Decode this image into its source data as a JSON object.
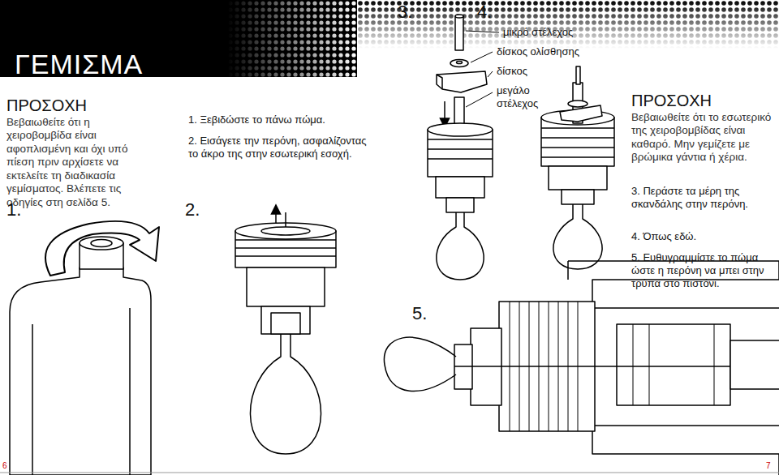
{
  "diagram": {
    "title": "ΓΕΜΙΣΜΑ",
    "labels": [
      "ΠΡΟΣΟΧΗ",
      "Βεβαιωθείτε ότι η χειροβομβίδα είναι αφοπλισμένη και όχι υπό πίεση πριν αρχίσετε να εκτελείτε τη διαδικασία γεμίσματος. Βλέπετε τις οδηγίες στη σελίδα 5.",
      "1.",
      "1. Ξεβιδώστε το πάνω πώμα.",
      "2. Εισάγετε την περόνη, ασφαλίζοντας το άκρο της στην εσωτερική εσοχή.",
      "2.",
      "3.",
      "4.",
      "μικρό στέλεχος",
      "δίσκος ολίσθησης",
      "δίσκος",
      "μεγάλο στέλεχος",
      "ΠΡΟΣΟΧΗ",
      "Βεβαιωθείτε ότι το εσωτερικό της χειροβομβίδας είναι καθαρό. Μην γεμίζετε με βρώμικα γάντια ή χέρια.",
      "3. Περάστε τα μέρη της σκανδάλης στην περόνη.",
      "4. Όπως εδώ.",
      "5. Ευθυγραμμίστε το πώμα ώστε η περόνη να μπει στην τρύπα στο πιστόνι.",
      "5.",
      "6",
      "7"
    ]
  }
}
